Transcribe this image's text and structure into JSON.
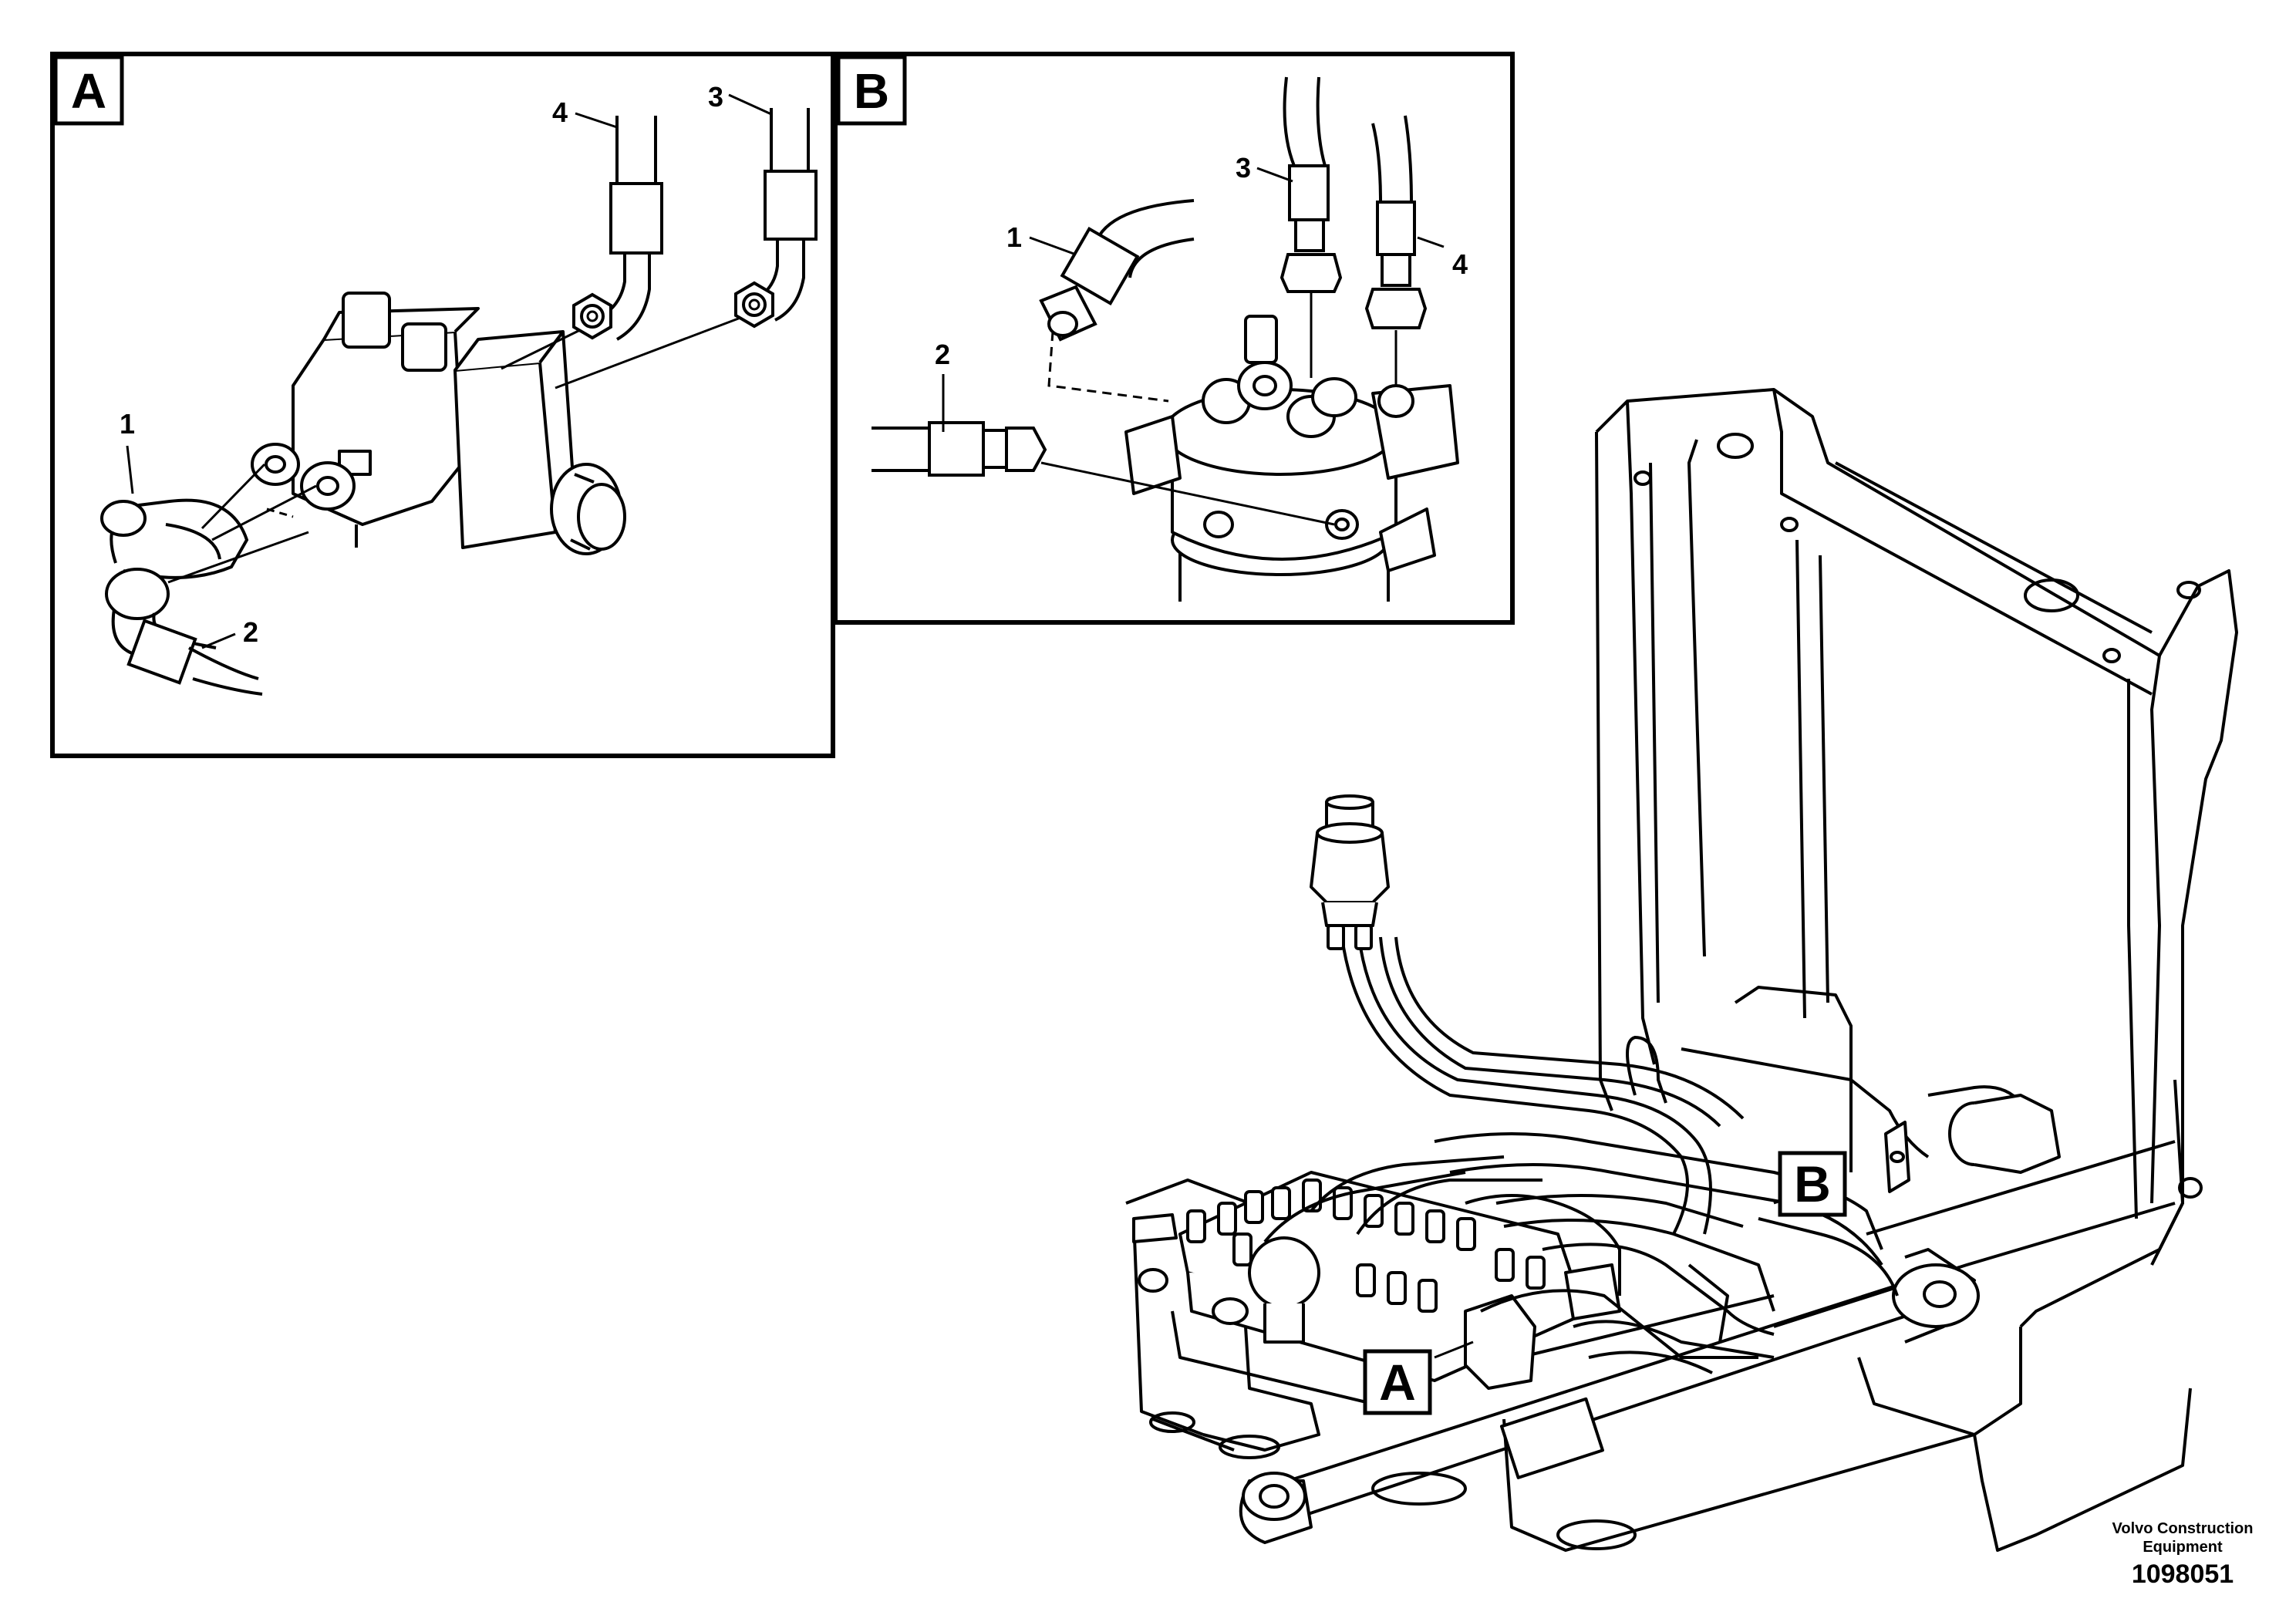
{
  "panels": [
    {
      "id": "A",
      "label": "A"
    },
    {
      "id": "B",
      "label": "B"
    }
  ],
  "panel_a_callouts": [
    "1",
    "2",
    "3",
    "4"
  ],
  "panel_b_callouts": [
    "1",
    "2",
    "3",
    "4"
  ],
  "main_view_markers": [
    "B",
    "A"
  ],
  "footer": {
    "brand_line1": "Volvo Construction",
    "brand_line2": "Equipment",
    "figure_number": "1098051"
  },
  "colors": {
    "ink": "#000000",
    "paper": "#ffffff"
  }
}
